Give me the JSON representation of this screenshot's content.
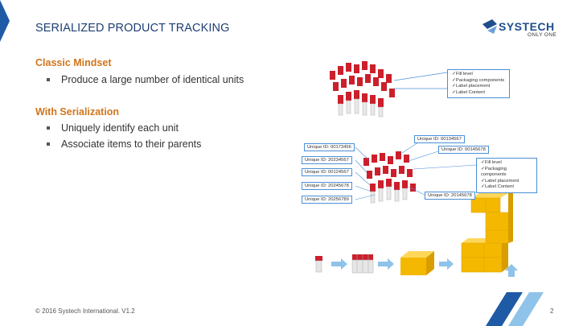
{
  "slide": {
    "title": "SERIALIZED PRODUCT TRACKING",
    "logo": {
      "name": "SYSTECH",
      "tagline": "ONLY ONE"
    },
    "sections": [
      {
        "heading": "Classic Mindset",
        "bullets": [
          "Produce a large number of identical units"
        ]
      },
      {
        "heading": "With Serialization",
        "bullets": [
          "Uniquely identify each unit",
          "Associate items to their parents"
        ]
      }
    ],
    "callout_top": [
      "✓Fill level",
      "✓Packaging components",
      "✓Label placement",
      "✓Label Content"
    ],
    "callout_mid": [
      "✓Fill level",
      "✓Packaging components",
      "✓Label placement",
      "✓Label Content"
    ],
    "unique_ids": [
      "Unique ID: 00173456",
      "Unique ID: 20234567",
      "Unique ID: 00124567",
      "Unique ID: 20245678",
      "Unique ID: 20256789",
      "Unique ID: 00134567",
      "Unique ID: 00145678",
      "Unique ID: 20145678"
    ],
    "footer": "© 2016 Systech International. V1.2",
    "page_number": "2",
    "colors": {
      "title": "#1f3f73",
      "heading": "#d0751c",
      "vial_cap": "#cc1f2b",
      "box": "#f5b800",
      "accent": "#4a8fd6"
    }
  }
}
